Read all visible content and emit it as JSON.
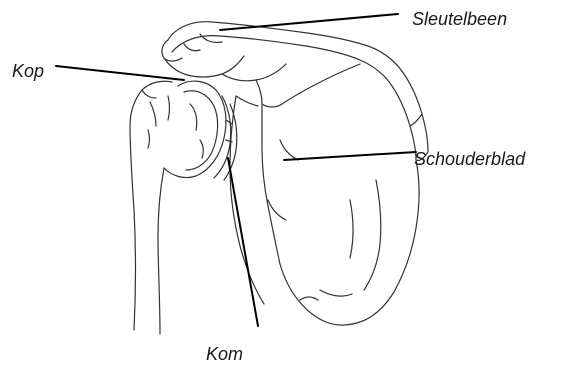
{
  "labels": {
    "clavicle": "Sleutelbeen",
    "head": "Kop",
    "scapula": "Schouderblad",
    "socket": "Kom"
  },
  "colors": {
    "line": "#222222",
    "pointer": "#000000",
    "background": "#ffffff"
  }
}
